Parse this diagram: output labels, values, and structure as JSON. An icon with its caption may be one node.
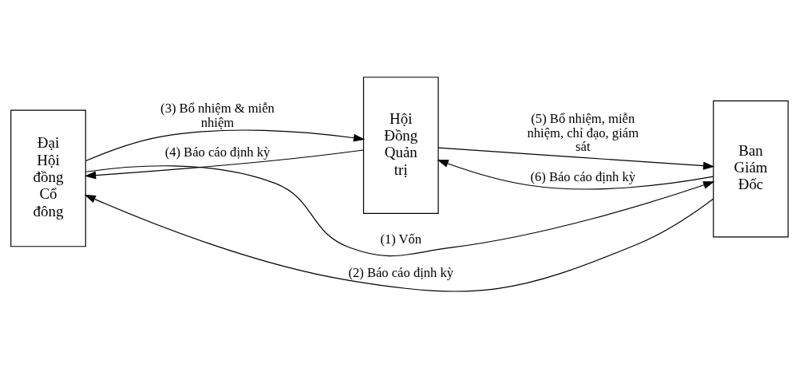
{
  "diagram": {
    "nodes": [
      {
        "text": [
          "Đại Hội đồng Cổ đông"
        ]
      },
      {
        "text": [
          "Hội Đồng Quản trị"
        ]
      },
      {
        "text": [
          "Ban Giám Đốc"
        ]
      }
    ],
    "edges": [
      {
        "from": 0,
        "to": 2,
        "arrow": "to",
        "label": "(1) Vốn"
      },
      {
        "from": 2,
        "to": 0,
        "arrow": "to",
        "label": "(2) Báo cáo định kỳ"
      },
      {
        "from": 0,
        "to": 1,
        "arrow": "to",
        "label": "(3) Bổ nhiệm & miễn nhiệm"
      },
      {
        "from": 1,
        "to": 0,
        "arrow": "to",
        "label": "(4) Báo cáo định kỳ"
      },
      {
        "from": 1,
        "to": 2,
        "arrow": "to",
        "label": "(5) Bổ nhiệm, miễn nhiệm, chỉ đạo, giám sát"
      },
      {
        "from": 2,
        "to": 1,
        "arrow": "to",
        "label": "(6) Báo cáo định kỳ"
      }
    ]
  }
}
